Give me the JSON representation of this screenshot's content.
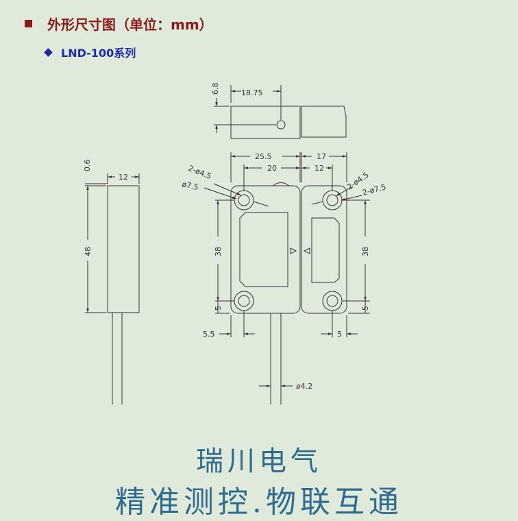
{
  "heading": {
    "marker": "■",
    "text": "外形尺寸图（单位：mm）"
  },
  "subheading": {
    "marker": "◆",
    "text": "LND-100系列"
  },
  "dimensions": {
    "top_height": "6.8",
    "top_width": "18.75",
    "side_top": "0.6",
    "side_width": "12",
    "side_length": "48",
    "front_left_width": "25.5",
    "front_left_hole_spacing": "20",
    "front_right_width": "17",
    "front_right_hole_spacing": "12",
    "hole_left_small": "2-ø4.5",
    "hole_left_large": "ø7.5",
    "hole_right_small": "2-ø4.5",
    "hole_right_large": "2-ø7.5",
    "left_vertical": "38",
    "left_bottom": "5",
    "left_offset": "5.5",
    "right_vertical": "38",
    "right_bottom": "5",
    "right_offset": "5",
    "cable_diameter": "ø4.2"
  },
  "brand": {
    "line1": "瑞川电气",
    "line2": "精准测控.物联互通"
  }
}
